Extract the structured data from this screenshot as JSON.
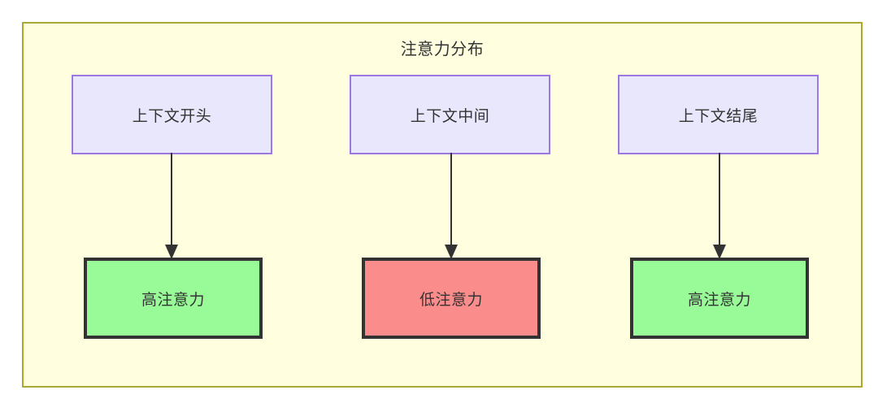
{
  "diagram": {
    "title": "注意力分布",
    "background_color": "#ffffe0",
    "border_color": "#aaaa33",
    "context_nodes": [
      {
        "label": "上下文开头",
        "fill": "#e8e7fc",
        "stroke": "#9d78e0"
      },
      {
        "label": "上下文中间",
        "fill": "#e8e7fc",
        "stroke": "#9d78e0"
      },
      {
        "label": "上下文结尾",
        "fill": "#e8e7fc",
        "stroke": "#9d78e0"
      }
    ],
    "attention_nodes": [
      {
        "label": "高注意力",
        "fill": "#99fb98",
        "stroke": "#333333"
      },
      {
        "label": "低注意力",
        "fill": "#fa8c8c",
        "stroke": "#333333"
      },
      {
        "label": "高注意力",
        "fill": "#99fb98",
        "stroke": "#333333"
      }
    ],
    "edges": [
      {
        "from": "上下文开头",
        "to": "高注意力",
        "color": "#333333"
      },
      {
        "from": "上下文中间",
        "to": "低注意力",
        "color": "#333333"
      },
      {
        "from": "上下文结尾",
        "to": "高注意力",
        "color": "#333333"
      }
    ]
  }
}
